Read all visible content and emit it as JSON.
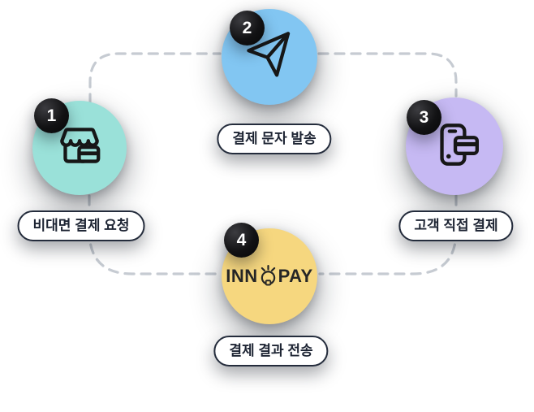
{
  "diagram": {
    "title_semantic": "innopay-remote-payment-flow",
    "colors": {
      "background": "#ffffff",
      "dash": "#c6cbd2",
      "badge": "#0f0f0f",
      "badge_text": "#ffffff",
      "pill_background": "#ffffff",
      "pill_border": "#242c3c",
      "pill_text": "#1d2433",
      "icon_stroke": "#171717",
      "step1_circle": "#9ae1d9",
      "step2_circle": "#82c6f2",
      "step3_circle": "#c6b9f3",
      "step4_circle": "#f6d77f"
    },
    "steps": [
      {
        "number": "1",
        "label": "비대면 결제 요청",
        "circle_color": "#9ae1d9",
        "icon": "storefront-card-icon"
      },
      {
        "number": "2",
        "label": "결제 문자 발송",
        "circle_color": "#82c6f2",
        "icon": "paper-plane-icon"
      },
      {
        "number": "3",
        "label": "고객 직접 결제",
        "circle_color": "#c6b9f3",
        "icon": "phone-card-icon"
      },
      {
        "number": "4",
        "label": "결제 결과 전송",
        "circle_color": "#f6d77f",
        "icon": "innopay-logo"
      }
    ],
    "logo": {
      "part1": "INN",
      "part2": "PAY",
      "middle_icon": "lightbulb-icon"
    }
  }
}
